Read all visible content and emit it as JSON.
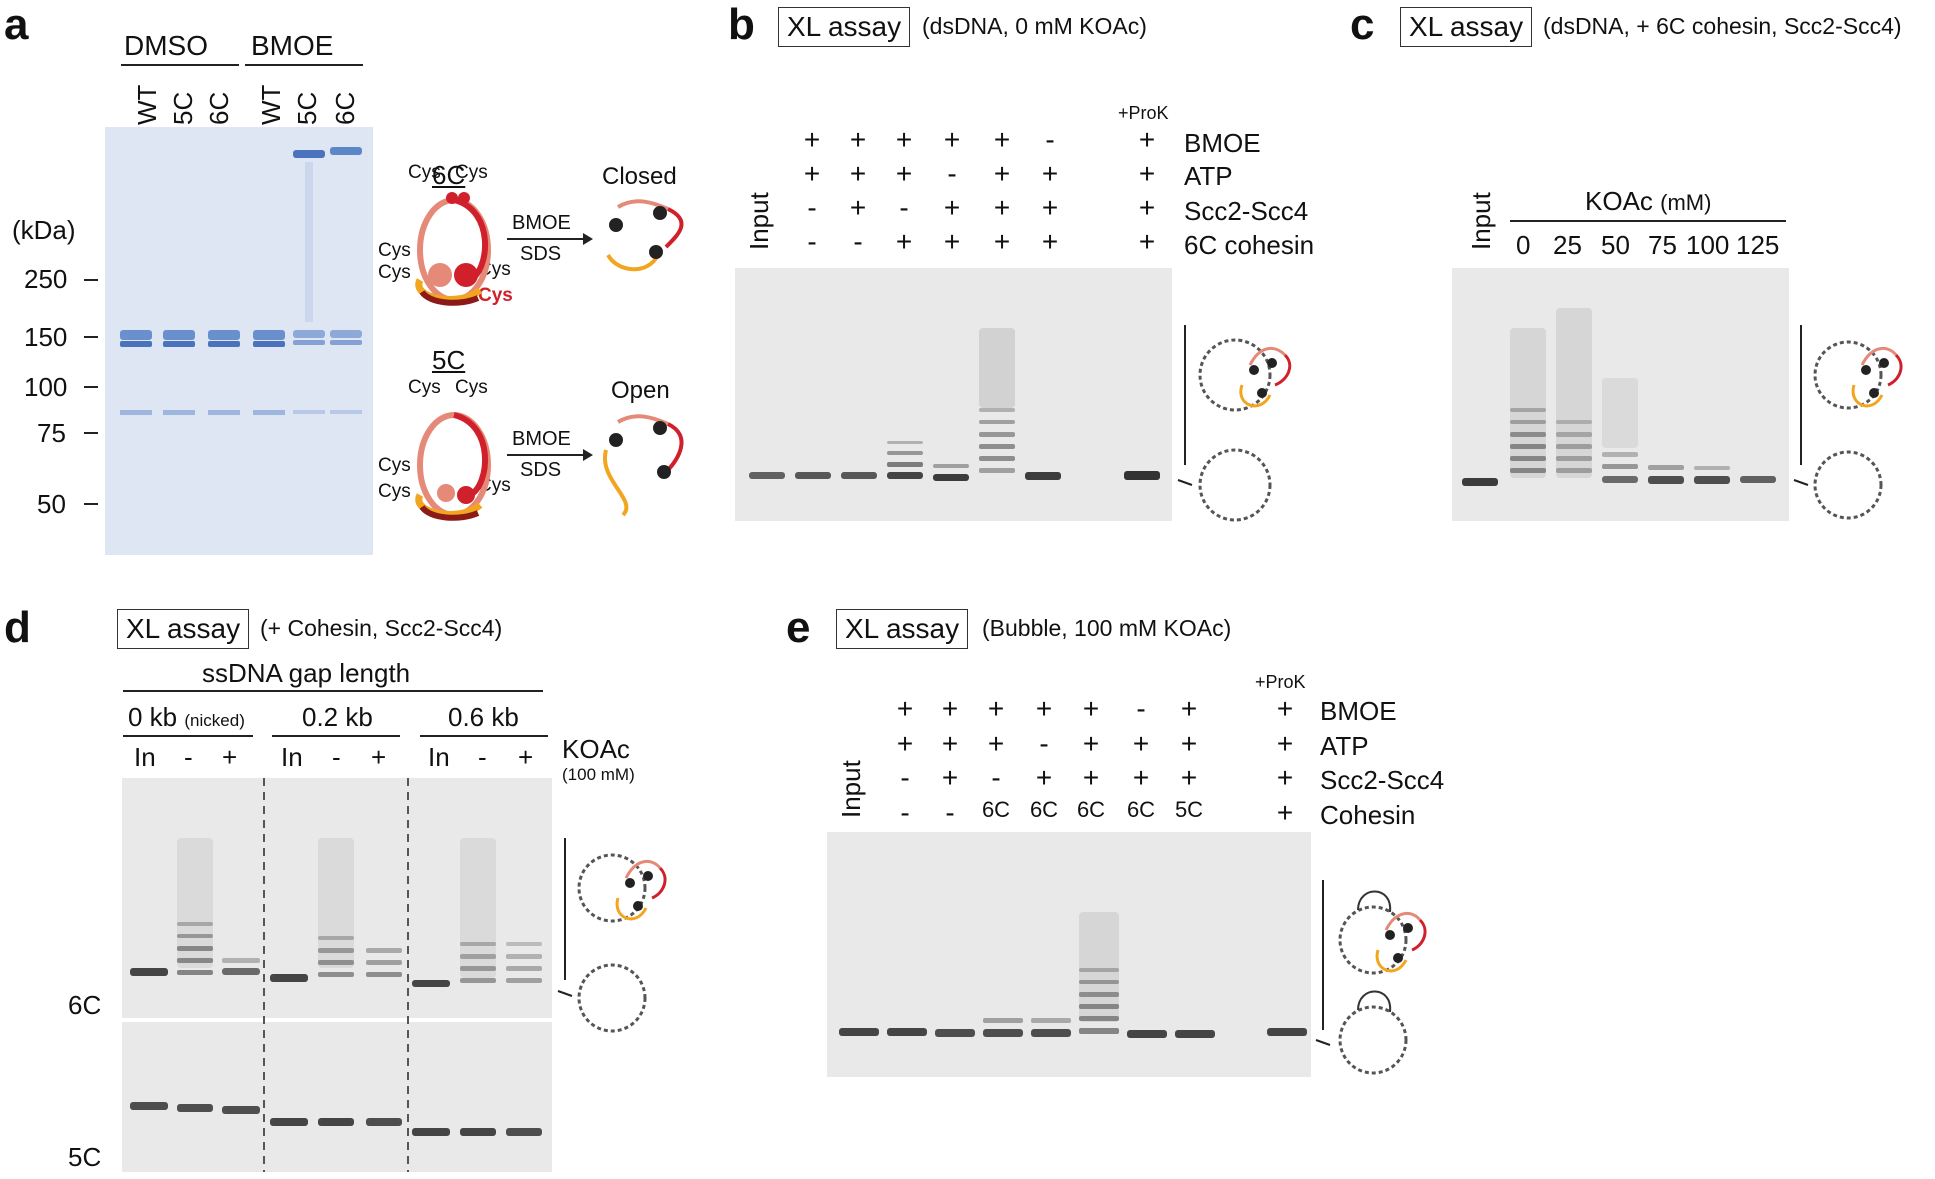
{
  "panels": {
    "a": {
      "letter": "a",
      "groups": [
        "DMSO",
        "BMOE"
      ],
      "lanes": [
        "WT",
        "5C",
        "6C",
        "WT",
        "5C",
        "6C"
      ],
      "kda_label": "(kDa)",
      "markers": [
        "250",
        "150",
        "100",
        "75",
        "50"
      ],
      "diagram_6c": {
        "title": "6C",
        "cys": "Cys",
        "reaction": [
          "BMOE",
          "SDS"
        ],
        "result": "Closed",
        "red_cys": "Cys"
      },
      "diagram_5c": {
        "title": "5C",
        "cys": "Cys",
        "reaction": [
          "BMOE",
          "SDS"
        ],
        "result": "Open"
      }
    },
    "b": {
      "letter": "b",
      "box": "XL assay",
      "subtitle": "(dsDNA, 0 mM KOAc)",
      "input_label": "Input",
      "prok": "+ProK",
      "row_labels": [
        "BMOE",
        "ATP",
        "Scc2-Scc4",
        "6C cohesin"
      ],
      "grid": [
        [
          "+",
          "+",
          "+",
          "+",
          "+",
          "-",
          "+"
        ],
        [
          "+",
          "+",
          "+",
          "-",
          "+",
          "+",
          "+"
        ],
        [
          "-",
          "+",
          "-",
          "+",
          "+",
          "+",
          "+"
        ],
        [
          "-",
          "-",
          "+",
          "+",
          "+",
          "+",
          "+"
        ]
      ]
    },
    "c": {
      "letter": "c",
      "box": "XL assay",
      "subtitle": "(dsDNA, + 6C cohesin, Scc2-Scc4)",
      "input_label": "Input",
      "koac_label": "KOAc",
      "koac_unit": "(mM)",
      "concentrations": [
        "0",
        "25",
        "50",
        "75",
        "100",
        "125"
      ]
    },
    "d": {
      "letter": "d",
      "box": "XL assay",
      "subtitle": "(+ Cohesin, Scc2-Scc4)",
      "gap_title": "ssDNA gap length",
      "groups": [
        {
          "label": "0 kb",
          "note": "(nicked)"
        },
        {
          "label": "0.2 kb",
          "note": ""
        },
        {
          "label": "0.6 kb",
          "note": ""
        }
      ],
      "lane_labels": [
        "In",
        "-",
        "+"
      ],
      "koac": "KOAc",
      "koac_conc": "(100 mM)",
      "row_6c": "6C",
      "row_5c": "5C"
    },
    "e": {
      "letter": "e",
      "box": "XL assay",
      "subtitle": "(Bubble, 100 mM KOAc)",
      "input_label": "Input",
      "prok": "+ProK",
      "row_labels": [
        "BMOE",
        "ATP",
        "Scc2-Scc4",
        "Cohesin"
      ],
      "grid": [
        [
          "+",
          "+",
          "+",
          "+",
          "+",
          "-",
          "+",
          "+"
        ],
        [
          "+",
          "+",
          "+",
          "-",
          "+",
          "+",
          "+",
          "+"
        ],
        [
          "-",
          "+",
          "-",
          "+",
          "+",
          "+",
          "+",
          "+"
        ],
        [
          "-",
          "-",
          "6C",
          "6C",
          "6C",
          "6C",
          "5C",
          "+"
        ]
      ]
    }
  },
  "colors": {
    "gel_bg": "#e9e9e9",
    "band": "#222222",
    "coomassie": "#6d93cf",
    "red": "#d0202c",
    "salmon": "#e58a78",
    "orange": "#f2a51f",
    "darkred": "#8c1a16"
  }
}
